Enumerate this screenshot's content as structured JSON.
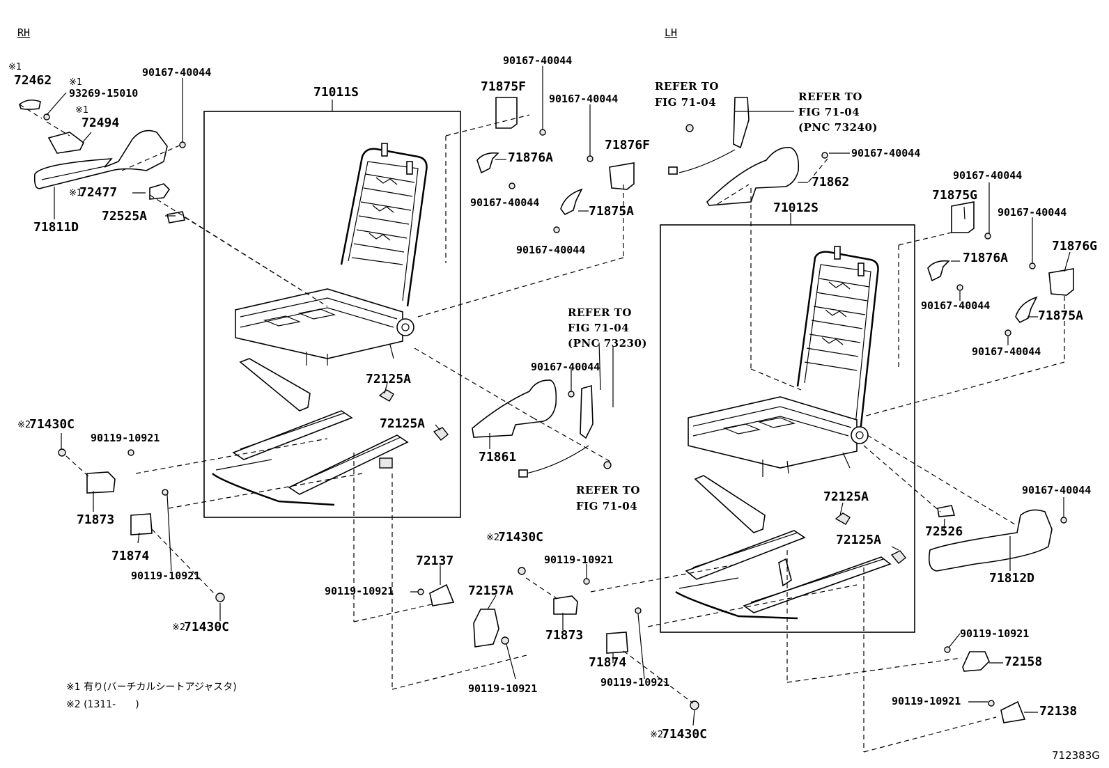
{
  "sides": {
    "rh": "RH",
    "lh": "LH"
  },
  "labels": {
    "p72462_mark": "※1",
    "p72462": "72462",
    "p93269_mark": "※1",
    "p93269": "93269-15010",
    "p72494_mark": "※1",
    "p72494": "72494",
    "b_rh_top": "90167-40044",
    "p72477_mark": "※1",
    "p72477": "72477",
    "p71811D": "71811D",
    "p72525A": "72525A",
    "p71011S": "71011S",
    "p72125A_1": "72125A",
    "p72125A_2": "72125A",
    "p71430C_1_mark": "※2",
    "p71430C_1": "71430C",
    "b90119_1": "90119-10921",
    "p71873_1": "71873",
    "p71874_1": "71874",
    "b90119_2": "90119-10921",
    "p71430C_2_mark": "※2",
    "p71430C_2": "71430C",
    "b90167_c1": "90167-40044",
    "p71875F": "71875F",
    "b90167_c2": "90167-40044",
    "p71876A_1": "71876A",
    "p71876F": "71876F",
    "b90167_c3": "90167-40044",
    "p71875A_1": "71875A",
    "b90167_c4": "90167-40044",
    "ref1_a": "REFER TO",
    "ref1_b": "FIG 71-04",
    "ref1_c": "(PNC 73230)",
    "b90167_c5": "90167-40044",
    "p71861": "71861",
    "ref2_a": "REFER TO",
    "ref2_b": "FIG 71-04",
    "p71430C_3_mark": "※2",
    "p71430C_3": "71430C",
    "p72137": "72137",
    "b90119_3": "90119-10921",
    "p72157A": "72157A",
    "b90119_4": "90119-10921",
    "p71873_2": "71873",
    "b90119_5": "90119-10921",
    "ref3_a": "REFER TO",
    "ref3_b": "FIG 71-04",
    "ref4_a": "REFER TO",
    "ref4_b": "FIG 71-04",
    "ref4_c": "(PNC 73240)",
    "b90167_r1": "90167-40044",
    "p71862": "71862",
    "p71012S": "71012S",
    "b90167_r2": "90167-40044",
    "p71875G": "71875G",
    "b90167_r3": "90167-40044",
    "p71876G": "71876G",
    "p71876A_2": "71876A",
    "b90167_r4": "90167-40044",
    "p71875A_2": "71875A",
    "b90167_r5": "90167-40044",
    "p72125A_3": "72125A",
    "p72125A_4": "72125A",
    "p72526": "72526",
    "b90167_r6": "90167-40044",
    "p71812D": "71812D",
    "p71874_2": "71874",
    "b90119_6": "90119-10921",
    "p71430C_4_mark": "※2",
    "p71430C_4": "71430C",
    "b90119_7": "90119-10921",
    "p72158": "72158",
    "b90119_8": "90119-10921",
    "p72138": "72138"
  },
  "notes": {
    "n1": "※1 有り(バーチカルシートアジャスタ)",
    "n2": "※2 (1311-　　)"
  },
  "figure_code": "712383G"
}
